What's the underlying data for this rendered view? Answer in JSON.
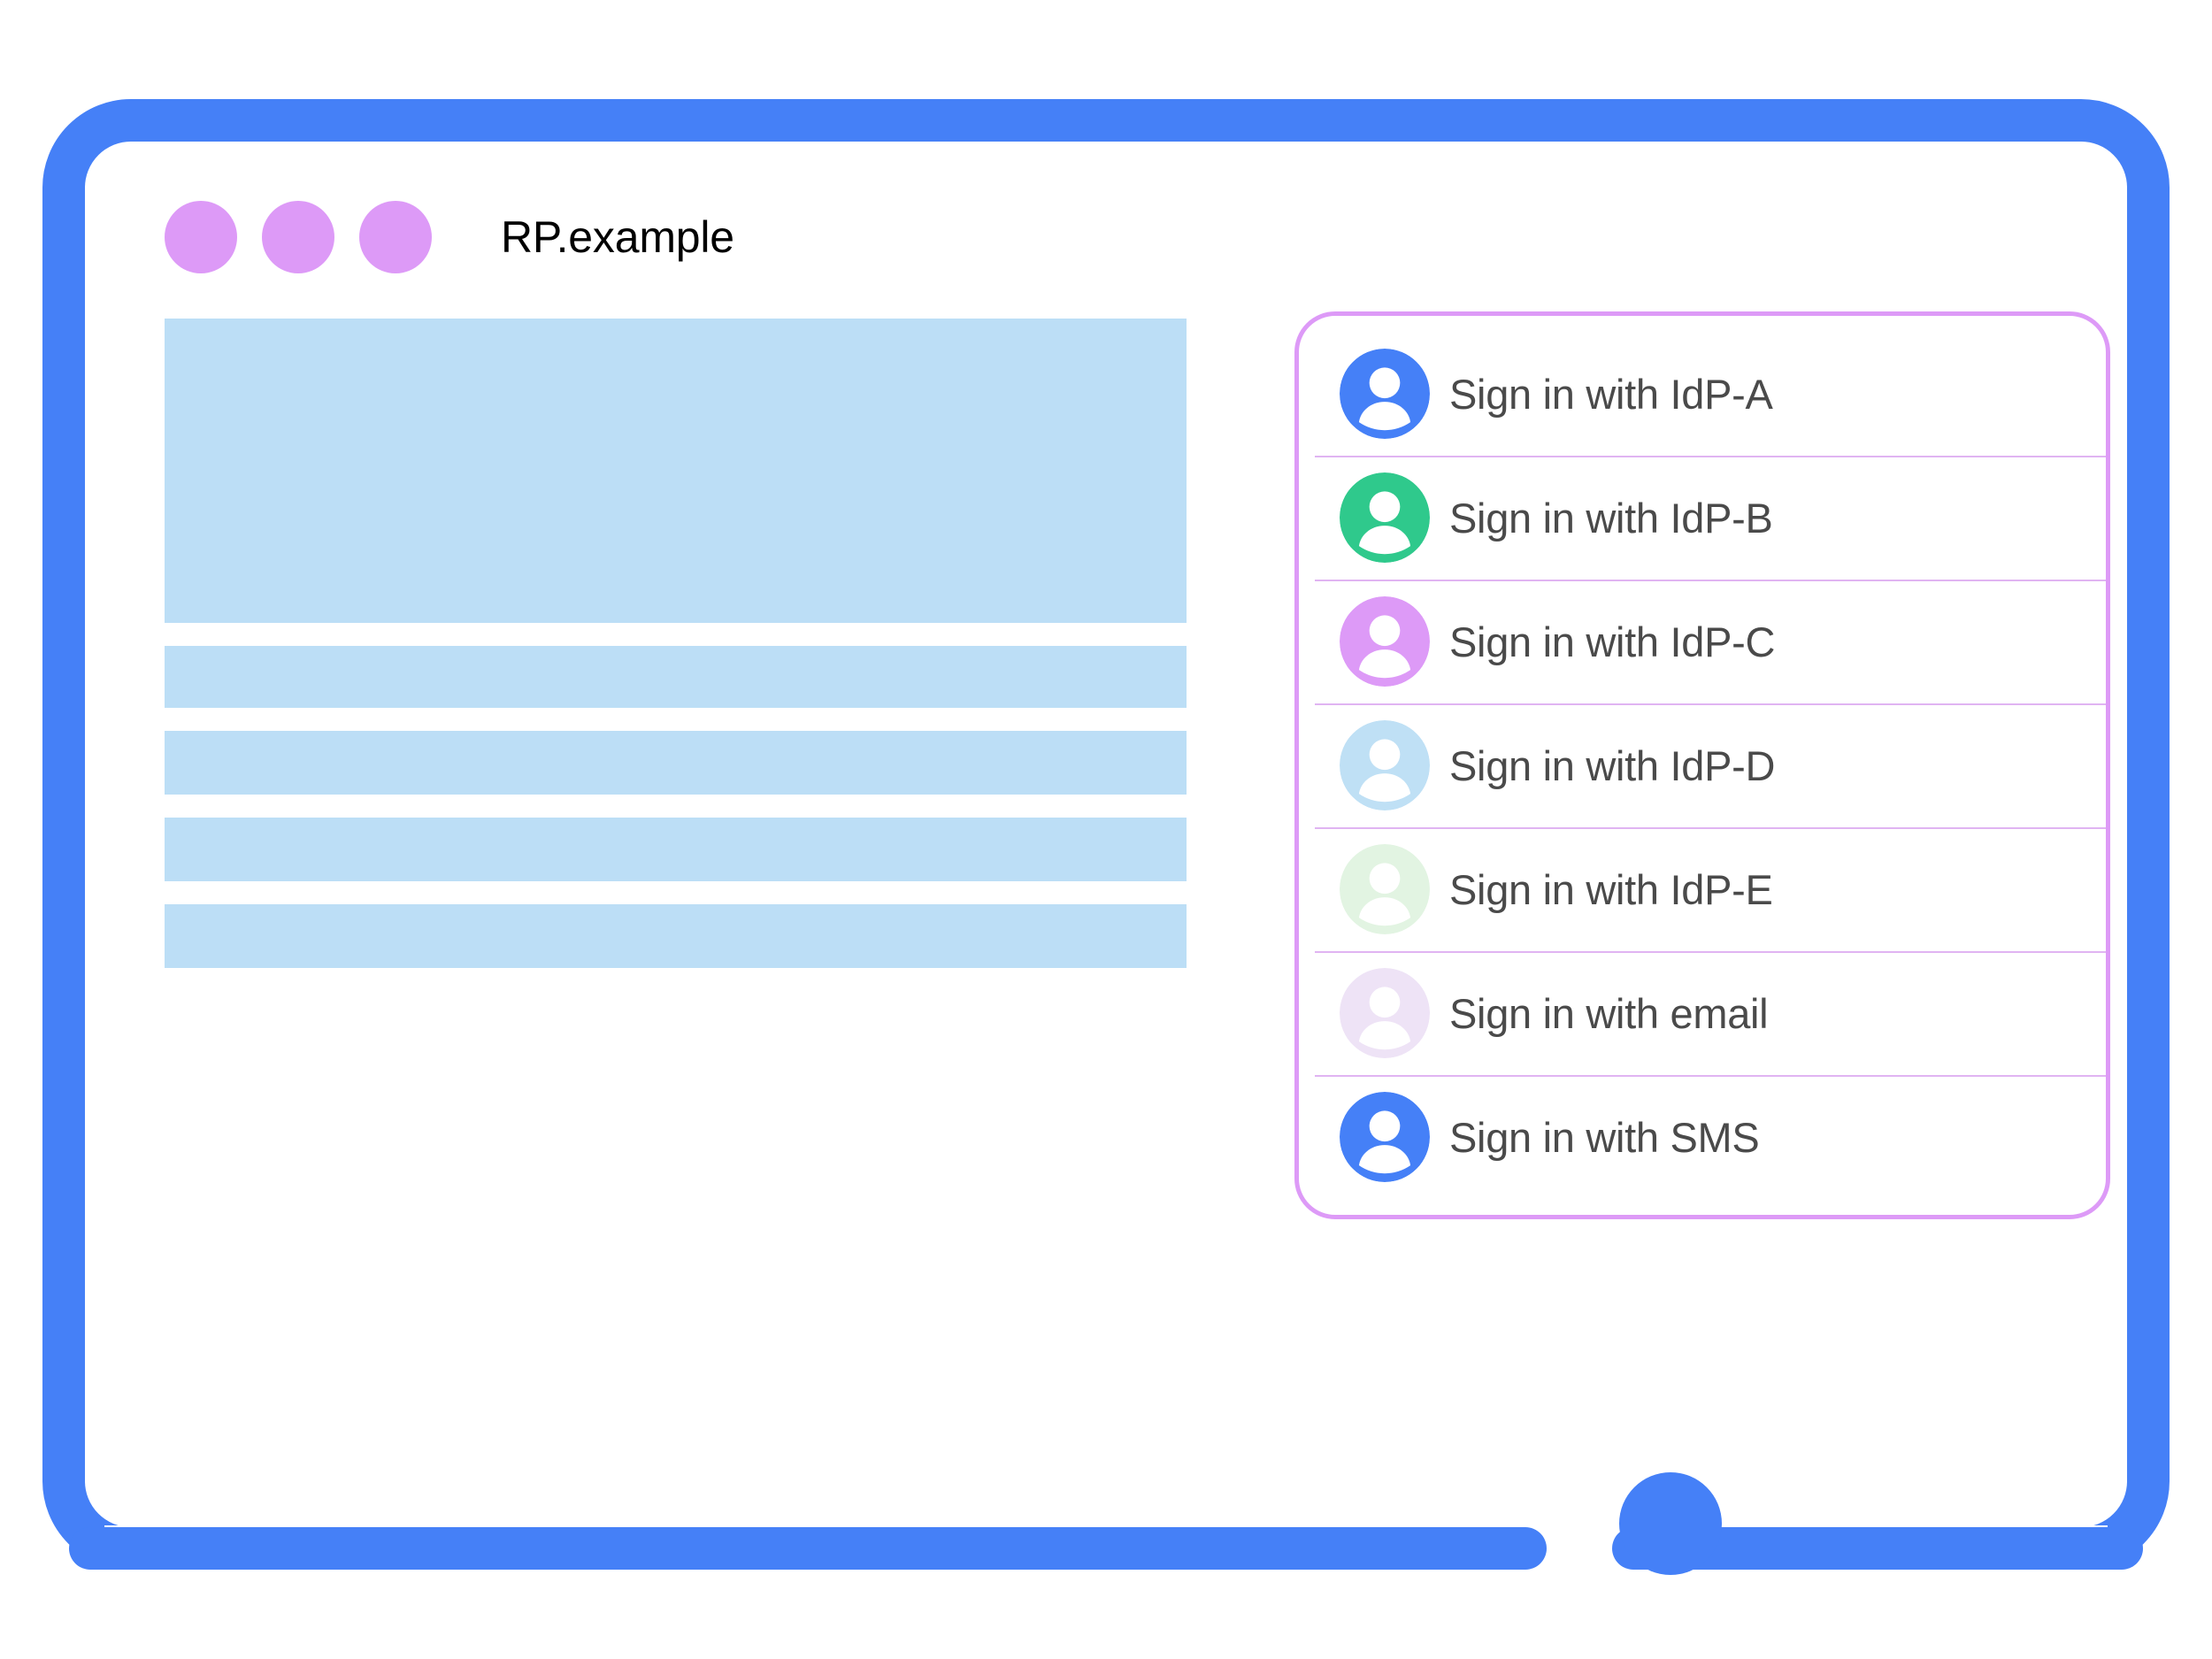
{
  "window": {
    "title": "RP.example",
    "dot_count": 3,
    "dot_color": "#dd9af7",
    "frame_color": "#4580f7"
  },
  "content": {
    "placeholder_color": "#bcdef6",
    "blocks": [
      {
        "name": "hero-placeholder",
        "variant": "hero"
      },
      {
        "name": "text-line-placeholder",
        "variant": "bar"
      },
      {
        "name": "text-line-placeholder",
        "variant": "bar-lg"
      },
      {
        "name": "text-line-placeholder",
        "variant": "bar-lg"
      },
      {
        "name": "text-line-placeholder",
        "variant": "bar-lg"
      }
    ]
  },
  "account_chooser": {
    "border_color": "#dd9af7",
    "separator_color": "#e0b4f2",
    "label_color": "#4a4a4a",
    "items": [
      {
        "label": "Sign in with IdP-A",
        "icon": "account-avatar-icon",
        "avatar_color": "#4580f7"
      },
      {
        "label": "Sign in with IdP-B",
        "icon": "account-avatar-icon",
        "avatar_color": "#2fc98c"
      },
      {
        "label": "Sign in with IdP-C",
        "icon": "account-avatar-icon",
        "avatar_color": "#dd9af7"
      },
      {
        "label": "Sign in with IdP-D",
        "icon": "account-avatar-icon",
        "avatar_color": "#bfe0f5"
      },
      {
        "label": "Sign in with IdP-E",
        "icon": "account-avatar-icon",
        "avatar_color": "#e2f4e2"
      },
      {
        "label": "Sign in with email",
        "icon": "account-avatar-icon",
        "avatar_color": "#eee3f6"
      },
      {
        "label": "Sign in with SMS",
        "icon": "account-avatar-icon",
        "avatar_color": "#4580f7"
      }
    ]
  }
}
